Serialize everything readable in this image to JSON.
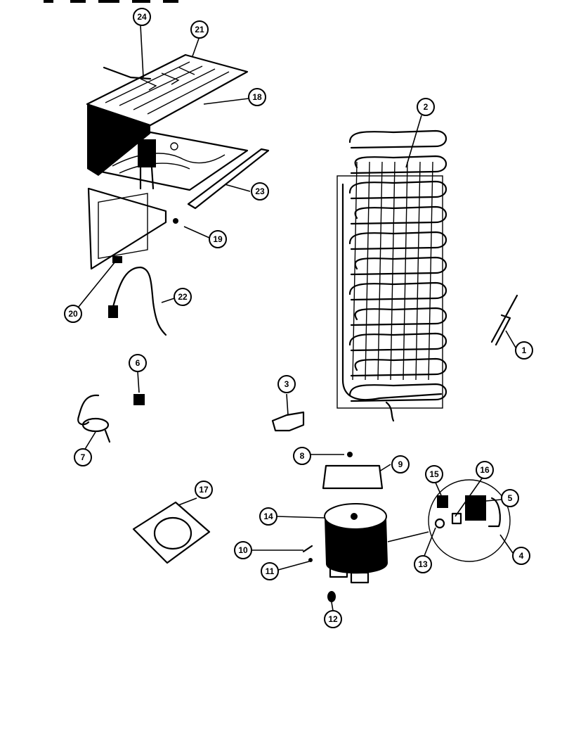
{
  "header_fragment": "",
  "callouts": [
    {
      "id": "c1",
      "label": "1"
    },
    {
      "id": "c2",
      "label": "2"
    },
    {
      "id": "c3",
      "label": "3"
    },
    {
      "id": "c4",
      "label": "4"
    },
    {
      "id": "c5",
      "label": "5"
    },
    {
      "id": "c6",
      "label": "6"
    },
    {
      "id": "c7",
      "label": "7"
    },
    {
      "id": "c8",
      "label": "8"
    },
    {
      "id": "c9",
      "label": "9"
    },
    {
      "id": "c10",
      "label": "10"
    },
    {
      "id": "c11",
      "label": "11"
    },
    {
      "id": "c12",
      "label": "12"
    },
    {
      "id": "c13",
      "label": "13"
    },
    {
      "id": "c14",
      "label": "14"
    },
    {
      "id": "c15",
      "label": "15"
    },
    {
      "id": "c16",
      "label": "16"
    },
    {
      "id": "c17",
      "label": "17"
    },
    {
      "id": "c18",
      "label": "18"
    },
    {
      "id": "c19",
      "label": "19"
    },
    {
      "id": "c20",
      "label": "20"
    },
    {
      "id": "c21",
      "label": "21"
    },
    {
      "id": "c22",
      "label": "22"
    },
    {
      "id": "c23",
      "label": "23"
    },
    {
      "id": "c24",
      "label": "24"
    }
  ]
}
